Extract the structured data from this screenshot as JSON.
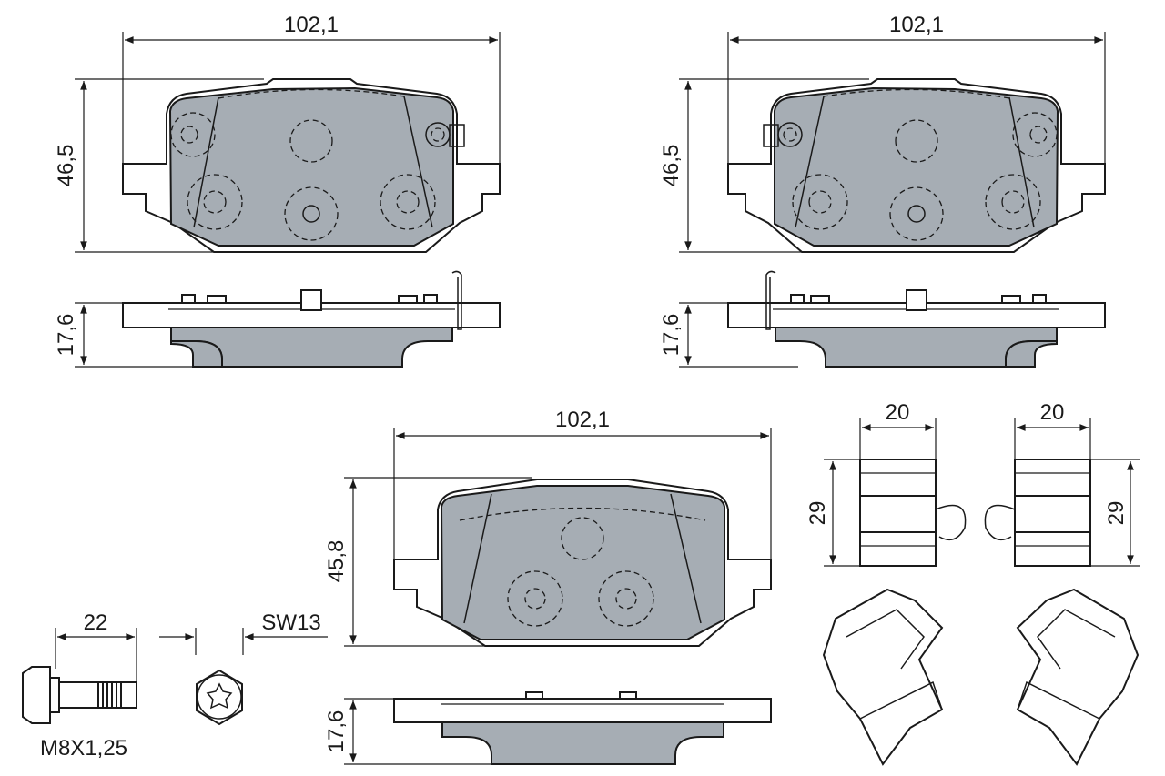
{
  "dimensions": {
    "pad_top_left": {
      "width": "102,1",
      "height": "46,5",
      "thickness": "17,6"
    },
    "pad_top_right": {
      "width": "102,1",
      "height": "46,5",
      "thickness": "17,6"
    },
    "pad_bottom": {
      "width": "102,1",
      "height": "45,8",
      "thickness": "17,6"
    },
    "clip_left": {
      "width": "20",
      "height": "29"
    },
    "clip_right": {
      "width": "20",
      "height": "29"
    },
    "bolt": {
      "length": "22",
      "thread": "M8X1,25",
      "wrench": "SW13"
    }
  },
  "colors": {
    "friction_material": "#a6adb4",
    "line": "#1a1a1a"
  }
}
